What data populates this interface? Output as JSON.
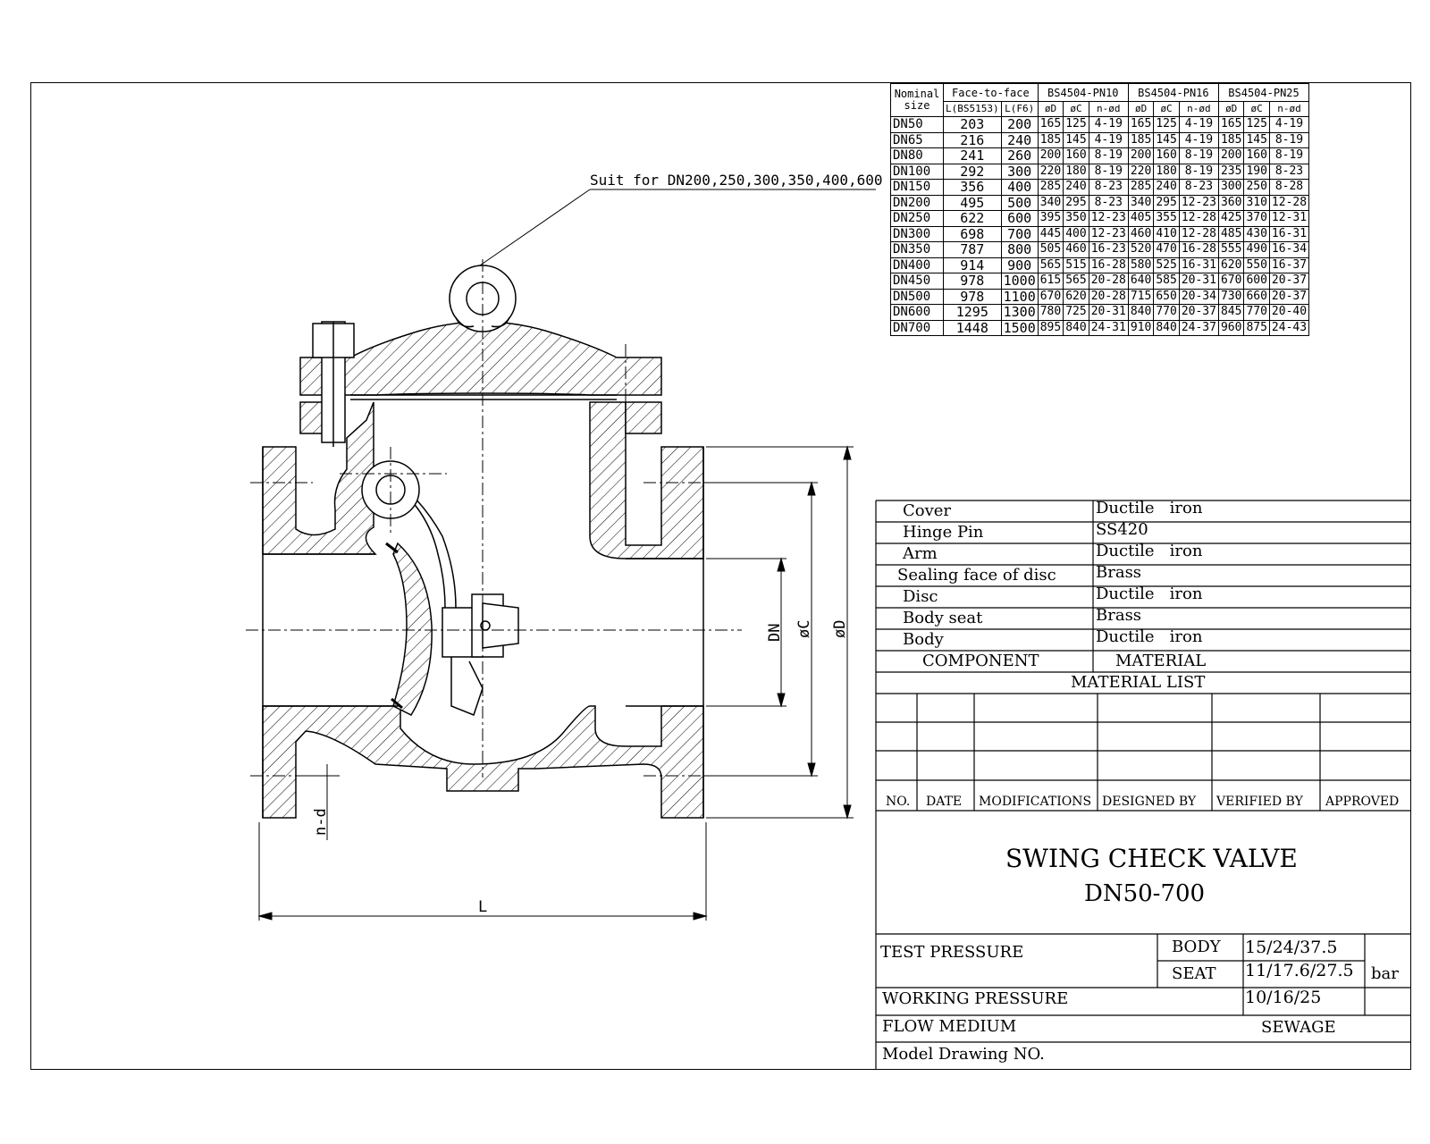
{
  "drawing": {
    "callout": "Suit for DN200,250,300,350,400,600",
    "dim_labels": {
      "L": "L",
      "DN": "DN",
      "C": "øC",
      "D": "øD",
      "nd": "n-d"
    }
  },
  "dim_table": {
    "head_nominal": "Nominal size",
    "head_ff": "Face-to-face",
    "head_pn10": "BS4504-PN10",
    "head_pn16": "BS4504-PN16",
    "head_pn25": "BS4504-PN25",
    "sub": [
      "L(BS5153)",
      "L(F6)",
      "øD",
      "øC",
      "n-ød",
      "øD",
      "øC",
      "n-ød",
      "øD",
      "øC",
      "n-ød"
    ],
    "rows": [
      [
        "DN50",
        "203",
        "200",
        "165",
        "125",
        "4-19",
        "165",
        "125",
        "4-19",
        "165",
        "125",
        "4-19"
      ],
      [
        "DN65",
        "216",
        "240",
        "185",
        "145",
        "4-19",
        "185",
        "145",
        "4-19",
        "185",
        "145",
        "8-19"
      ],
      [
        "DN80",
        "241",
        "260",
        "200",
        "160",
        "8-19",
        "200",
        "160",
        "8-19",
        "200",
        "160",
        "8-19"
      ],
      [
        "DN100",
        "292",
        "300",
        "220",
        "180",
        "8-19",
        "220",
        "180",
        "8-19",
        "235",
        "190",
        "8-23"
      ],
      [
        "DN150",
        "356",
        "400",
        "285",
        "240",
        "8-23",
        "285",
        "240",
        "8-23",
        "300",
        "250",
        "8-28"
      ],
      [
        "DN200",
        "495",
        "500",
        "340",
        "295",
        "8-23",
        "340",
        "295",
        "12-23",
        "360",
        "310",
        "12-28"
      ],
      [
        "DN250",
        "622",
        "600",
        "395",
        "350",
        "12-23",
        "405",
        "355",
        "12-28",
        "425",
        "370",
        "12-31"
      ],
      [
        "DN300",
        "698",
        "700",
        "445",
        "400",
        "12-23",
        "460",
        "410",
        "12-28",
        "485",
        "430",
        "16-31"
      ],
      [
        "DN350",
        "787",
        "800",
        "505",
        "460",
        "16-23",
        "520",
        "470",
        "16-28",
        "555",
        "490",
        "16-34"
      ],
      [
        "DN400",
        "914",
        "900",
        "565",
        "515",
        "16-28",
        "580",
        "525",
        "16-31",
        "620",
        "550",
        "16-37"
      ],
      [
        "DN450",
        "978",
        "1000",
        "615",
        "565",
        "20-28",
        "640",
        "585",
        "20-31",
        "670",
        "600",
        "20-37"
      ],
      [
        "DN500",
        "978",
        "1100",
        "670",
        "620",
        "20-28",
        "715",
        "650",
        "20-34",
        "730",
        "660",
        "20-37"
      ],
      [
        "DN600",
        "1295",
        "1300",
        "780",
        "725",
        "20-31",
        "840",
        "770",
        "20-37",
        "845",
        "770",
        "20-40"
      ],
      [
        "DN700",
        "1448",
        "1500",
        "895",
        "840",
        "24-31",
        "910",
        "840",
        "24-37",
        "960",
        "875",
        "24-43"
      ]
    ]
  },
  "material_list": {
    "rows": [
      {
        "component": "Cover",
        "material": "Ductile   iron"
      },
      {
        "component": "Hinge  Pin",
        "material": "SS420"
      },
      {
        "component": "Arm",
        "material": "Ductile   iron"
      },
      {
        "component": "Sealing  face  of  disc",
        "material": "Brass"
      },
      {
        "component": "Disc",
        "material": "Ductile   iron"
      },
      {
        "component": "Body  seat",
        "material": "Brass"
      },
      {
        "component": "Body",
        "material": "Ductile   iron"
      }
    ],
    "head_component": "COMPONENT",
    "head_material": "MATERIAL",
    "title": "MATERIAL  LIST"
  },
  "revisions": {
    "headers": [
      "NO.",
      "DATE",
      "MODIFICATIONS",
      "DESIGNED  BY",
      "VERIFIED  BY",
      "APPROVED"
    ]
  },
  "title_block": {
    "title": "SWING  CHECK  VALVE",
    "range": "DN50-700",
    "test_pressure": "TEST  PRESSURE",
    "body": "BODY",
    "body_val": "15/24/37.5",
    "seat": "SEAT",
    "seat_val": "11/17.6/27.5",
    "unit": "bar",
    "working_pressure": "WORKING  PRESSURE",
    "working_val": "10/16/25",
    "flow_medium": "FLOW  MEDIUM",
    "flow_val": "SEWAGE",
    "model_no": "Model  Drawing  NO."
  }
}
